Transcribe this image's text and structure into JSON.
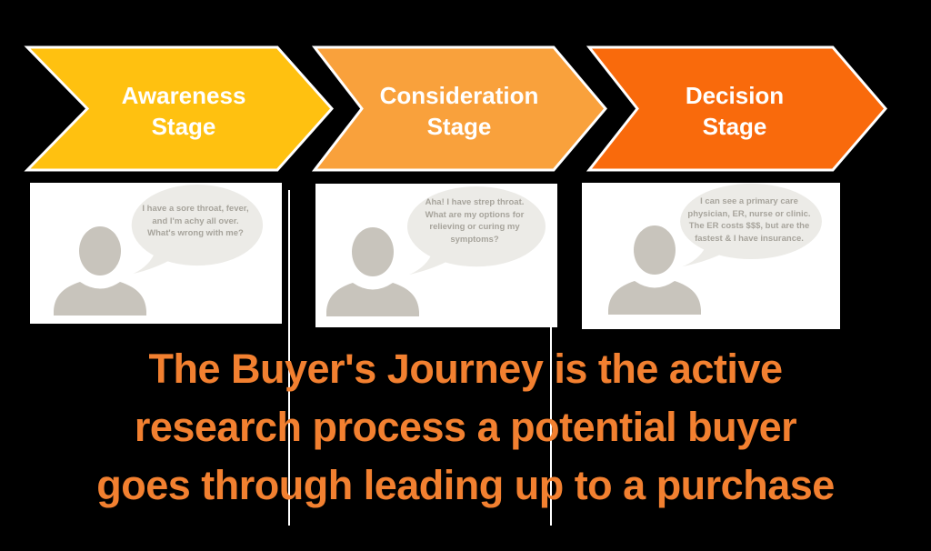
{
  "stages": [
    {
      "label": "Awareness\nStage",
      "color": "#FFC110",
      "label_color": "#FFFFFF"
    },
    {
      "label": "Consideration\nStage",
      "color": "#F9A13C",
      "label_color": "#FFFFFF"
    },
    {
      "label": "Decision\nStage",
      "color": "#F96A0C",
      "label_color": "#FFFFFF"
    }
  ],
  "personas": [
    {
      "speech": "I have a sore throat, fever,\nand I'm achy all over.\nWhat's wrong with me?"
    },
    {
      "speech": "Aha! I have strep throat.\nWhat are my options for\nrelieving or curing my\nsymptoms?"
    },
    {
      "speech": "I can see a primary care\nphysician, ER, nurse or clinic.\nThe ER costs $$$, but are the\nfastest & I have insurance."
    }
  ],
  "caption": {
    "text": "The Buyer's Journey is the active\nresearch process a potential buyer\ngoes through leading up to a purchase",
    "color": "#F28030"
  },
  "icons": [
    {
      "name": "person-silhouette-icon",
      "shape": "head-and-shoulders",
      "color": "#C8C4BC"
    },
    {
      "name": "speech-bubble",
      "shape": "ellipse-with-tail",
      "color": "#ECEBE7"
    }
  ],
  "colors": {
    "background": "#000000",
    "card_background": "#FFFFFF",
    "divider": "#FFFFFF",
    "arrow_outline": "#FFFFFF",
    "bubble_fill": "#ECEBE7",
    "bubble_text": "#A7A49C",
    "silhouette": "#C8C4BC"
  }
}
